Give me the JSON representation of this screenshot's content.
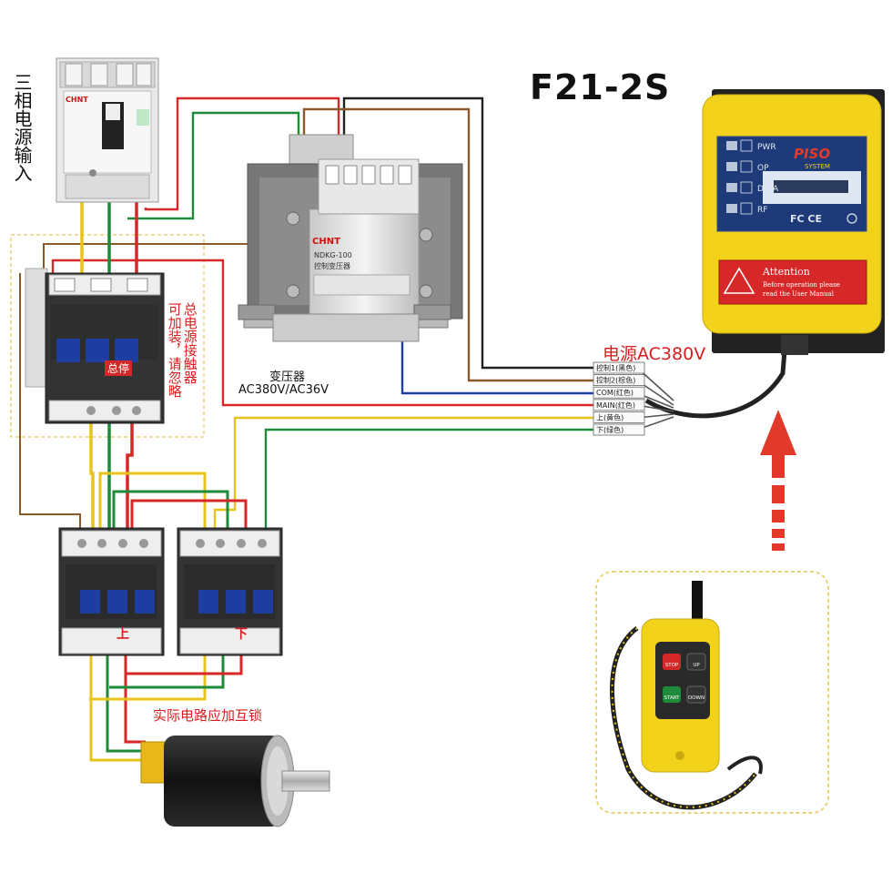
{
  "title": "F21-2S",
  "labels": {
    "three_phase_input": "三相电源输入",
    "main_contactor": "总电源接触器",
    "optional_note": "可加装，请忽略",
    "transformer": "变压器",
    "transformer_spec": "AC380V/AC36V",
    "power_supply": "电源AC380V",
    "interlock_note": "实际电路应加互锁",
    "contactor_up_mark": "上",
    "contactor_down_mark": "下",
    "main_contactor_mark": "总停"
  },
  "receiver": {
    "brand": "PISO",
    "brand_sub": "SYSTEM",
    "indicators": [
      "PWR",
      "OP",
      "DATA",
      "RF"
    ],
    "cert": "FC CE",
    "attention_title": "Attention",
    "attention_text_1": "Before operation please",
    "attention_text_2": "read the User Manual"
  },
  "terminals": [
    "控制1(黑色)",
    "控制2(棕色)",
    "COM(红色)",
    "MAIN(红色)",
    "上(黄色)",
    "下(绿色)"
  ],
  "transformer_text": {
    "brand": "CHNT",
    "model": "NDKG-100",
    "name": "控制变压器"
  },
  "breaker_brand": "CHNT",
  "remote": {
    "buttons": [
      "STOP",
      "UP",
      "START",
      "DOWN"
    ]
  },
  "colors": {
    "wire_red": "#d62828",
    "wire_green": "#1f8a3a",
    "wire_yellow": "#e8c41a",
    "wire_black": "#222222",
    "wire_brown": "#8a5a2b",
    "wire_blue": "#1f3fa8",
    "receiver_yellow": "#f2d21b",
    "label_red": "#d81e1e"
  }
}
